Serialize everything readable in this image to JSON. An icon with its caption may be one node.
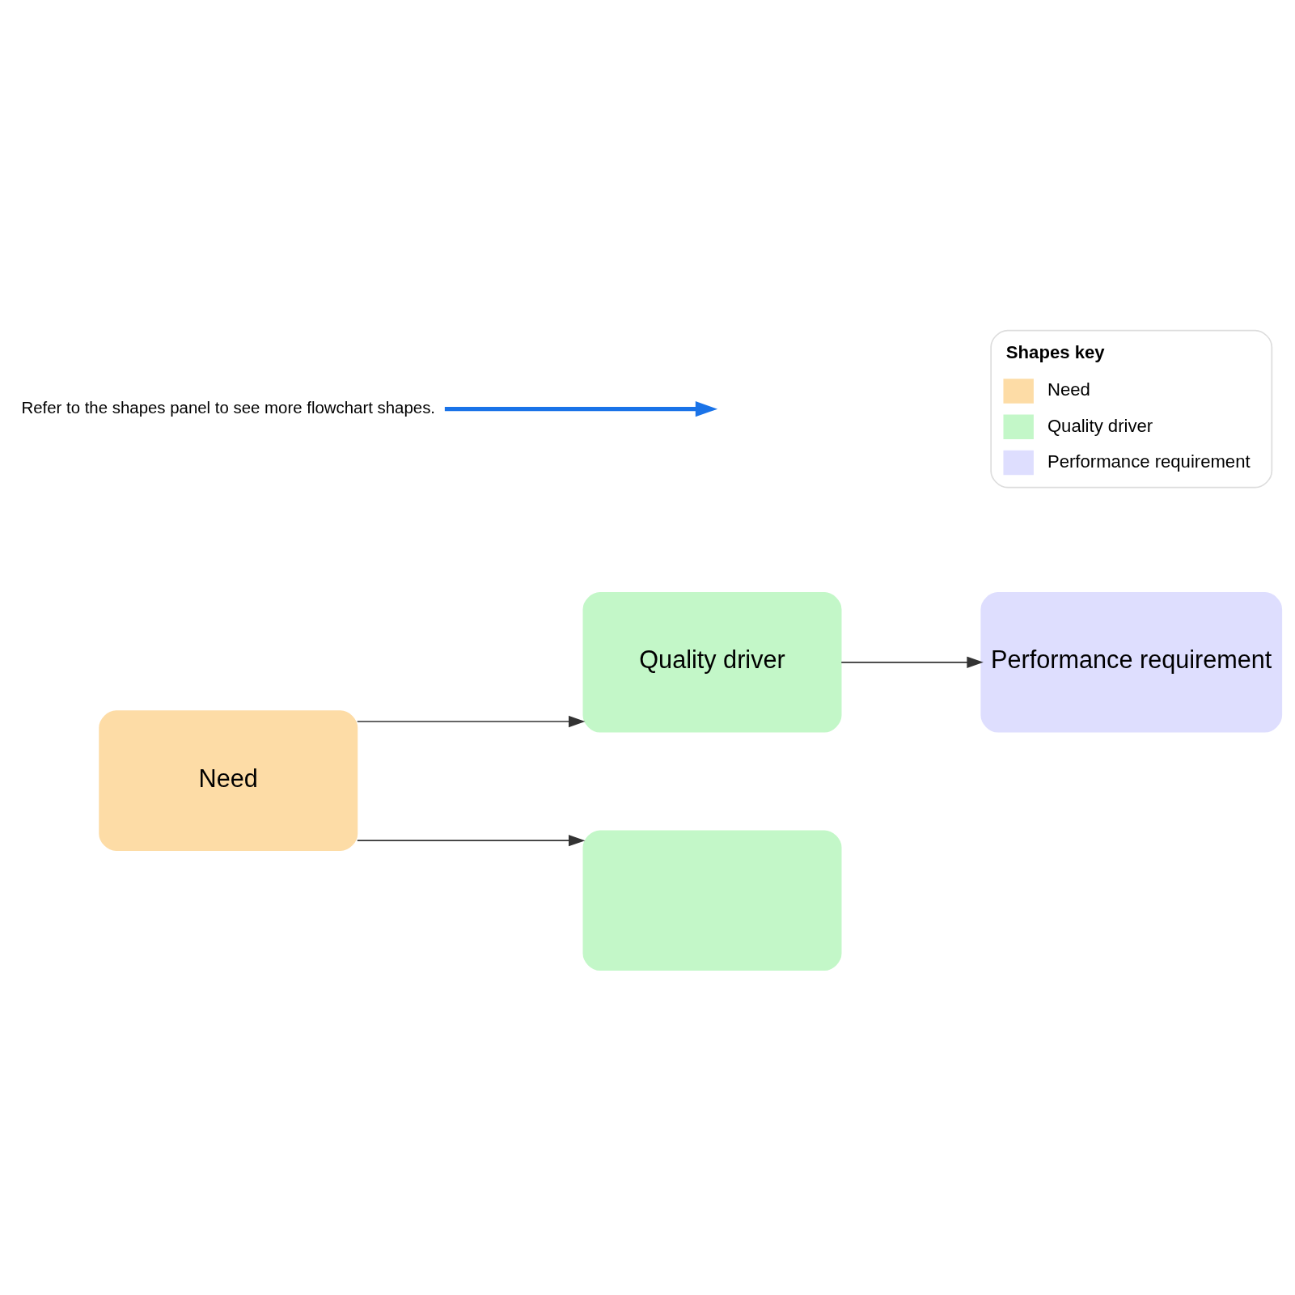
{
  "diagram": {
    "nodes": [
      {
        "text": [
          "Need"
        ]
      },
      {
        "text": [
          "Quality driver"
        ]
      },
      {
        "text": [],
        "shape": "box"
      },
      {
        "text": [
          "Performance requirement"
        ]
      },
      {
        "text": [
          "Refer to the shapes panel to see more flowchart shapes."
        ]
      }
    ],
    "edges": [
      {
        "from": 0,
        "to": 1,
        "arrow": "to"
      },
      {
        "from": 0,
        "to": 2,
        "arrow": "to"
      },
      {
        "from": 1,
        "to": 3,
        "arrow": "to"
      },
      {
        "from": 4,
        "to": null,
        "arrow": "to",
        "style": "thick",
        "color": "#1a73e8"
      }
    ],
    "labels": [
      "Shapes key"
    ],
    "legend": [
      {
        "text": "Need",
        "color": "#fddca6"
      },
      {
        "text": "Quality driver",
        "color": "#c3f7c8"
      },
      {
        "text": "Performance requirement",
        "color": "#dedefe"
      }
    ]
  }
}
